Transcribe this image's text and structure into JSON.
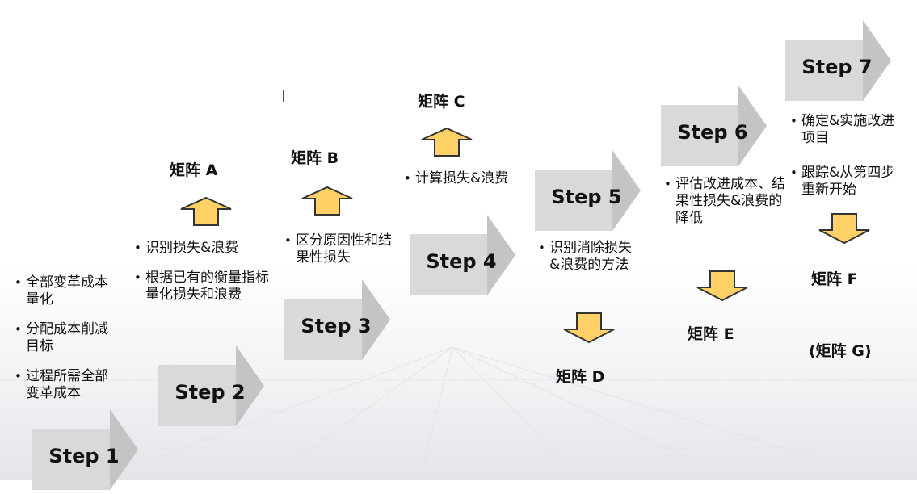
{
  "steps": {
    "s1": "Step 1",
    "s2": "Step 2",
    "s3": "Step 3",
    "s4": "Step 4",
    "s5": "Step 5",
    "s6": "Step 6",
    "s7": "Step 7"
  },
  "matrices": {
    "a": "矩阵 A",
    "b": "矩阵 B",
    "c": "矩阵 C",
    "d": "矩阵 D",
    "e": "矩阵 E",
    "f": "矩阵 F",
    "g": "(矩阵 G)"
  },
  "bullets": {
    "step1": [
      "全部变革成本量化",
      "分配成本削减目标",
      "过程所需全部变革成本"
    ],
    "step2": [
      "识别损失&浪费",
      "根据已有的衡量指标量化损失和浪费"
    ],
    "step3": [
      "区分原因性和结果性损失"
    ],
    "step4": [
      "计算损失&浪费"
    ],
    "step5": [
      "识别消除损失&浪费的方法"
    ],
    "step6": [
      "评估改进成本、结果性损失&浪费的降低"
    ],
    "step7": [
      "确定&实施改进项目",
      "跟踪&从第四步重新开始"
    ]
  },
  "colors": {
    "arrow_fill": "#ffd166",
    "arrow_stroke": "#333333",
    "step_top": "#9a9a9a",
    "step_front": "#d9d9d9",
    "step_side": "#c4c4c4"
  }
}
